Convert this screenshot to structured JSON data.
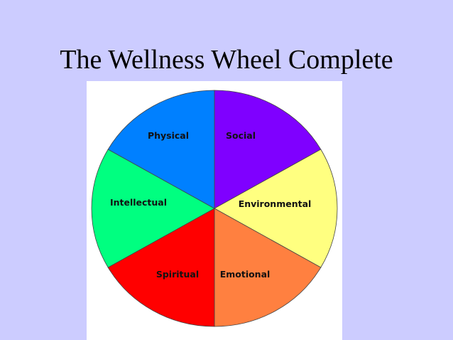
{
  "slide": {
    "background_color": "#ccccff",
    "title": "The Wellness Wheel Complete"
  },
  "wheel": {
    "panel_color": "#ffffff",
    "outline_color": "#444444",
    "segments": [
      {
        "label": "Social",
        "color": "#7f00ff"
      },
      {
        "label": "Environmental",
        "color": "#ffff80"
      },
      {
        "label": "Emotional",
        "color": "#ff8040"
      },
      {
        "label": "Spiritual",
        "color": "#ff0000"
      },
      {
        "label": "Intellectual",
        "color": "#00ff80"
      },
      {
        "label": "Physical",
        "color": "#0080ff"
      }
    ]
  }
}
